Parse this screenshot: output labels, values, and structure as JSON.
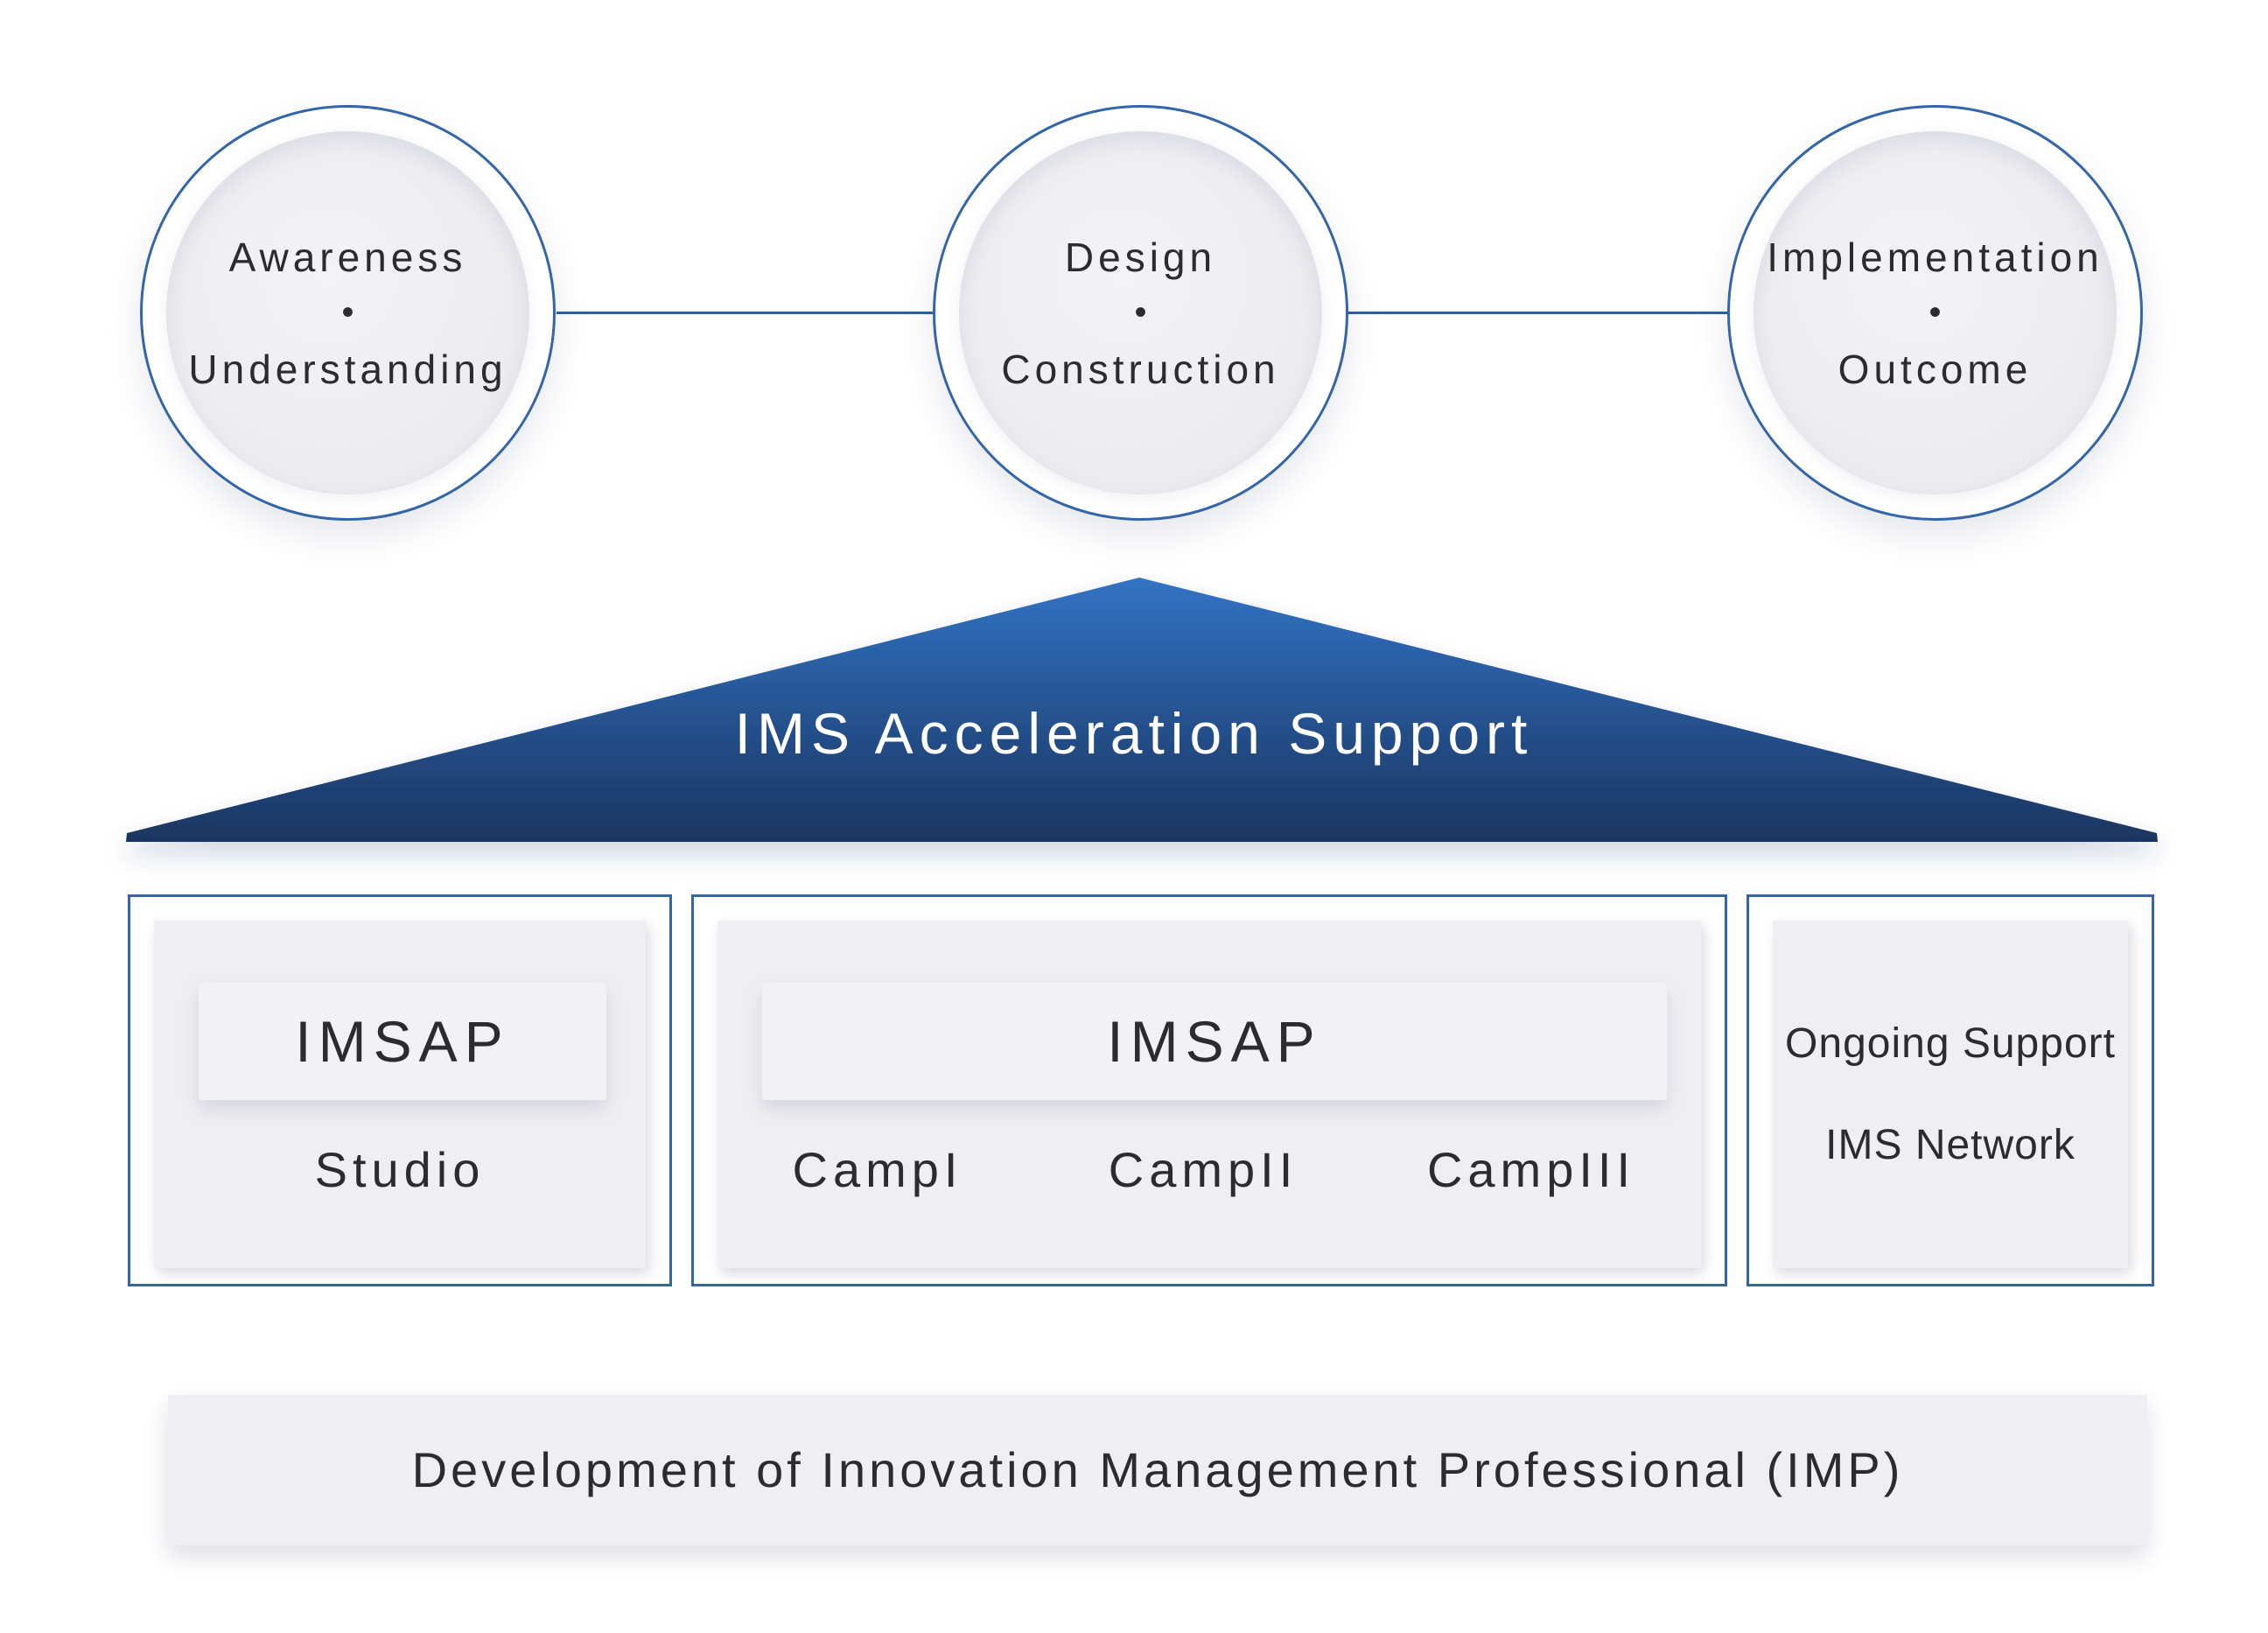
{
  "phases": [
    {
      "top": "Awareness",
      "dot": "•",
      "bottom": "Understanding"
    },
    {
      "top": "Design",
      "dot": "•",
      "bottom": "Construction"
    },
    {
      "top": "Implementation",
      "dot": "•",
      "bottom": "Outcome"
    }
  ],
  "roof": {
    "title": "IMS Acceleration Support",
    "gradient_top": "#3273c4",
    "gradient_bottom": "#1a3560"
  },
  "pillars": {
    "left": {
      "title": "IMSAP",
      "items": [
        "Studio"
      ]
    },
    "center": {
      "title": "IMSAP",
      "items": [
        "CampI",
        "CampII",
        "CampIII"
      ]
    },
    "right": {
      "items": [
        "Ongoing Support",
        "IMS Network"
      ]
    }
  },
  "foundation": {
    "label": "Development of Innovation Management Professional (IMP)"
  },
  "colors": {
    "accent": "#3465a8",
    "panel": "#efeff3",
    "text": "#2b2b30"
  }
}
